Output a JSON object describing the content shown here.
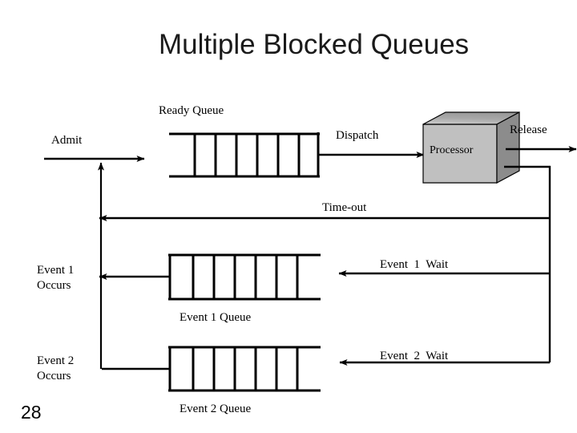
{
  "slide": {
    "title": "Multiple Blocked Queues",
    "number": "28",
    "background_color": "#ffffff"
  },
  "diagram": {
    "type": "process-state-transition",
    "labels": {
      "ready_queue": "Ready Queue",
      "admit": "Admit",
      "dispatch": "Dispatch",
      "release": "Release",
      "processor": "Processor",
      "timeout": "Time-out",
      "event1_occurs": "Event 1\nOccurs",
      "event2_occurs": "Event 2\nOccurs",
      "event1_wait": "Event  1  Wait",
      "event2_wait": "Event  2  Wait",
      "event1_queue": "Event 1 Queue",
      "event2_queue": "Event 2 Queue"
    },
    "colors": {
      "stroke": "#000000",
      "processor_front": "#c0c0c0",
      "processor_top": "#b4b4b4",
      "processor_side": "#8c8c8c",
      "text": "#000000",
      "title_text": "#1a1a1a"
    },
    "queues": [
      {
        "name": "ready-queue",
        "cells": 6,
        "open_side": "left"
      },
      {
        "name": "event-1-queue",
        "cells": 6,
        "open_side": "right"
      },
      {
        "name": "event-2-queue",
        "cells": 6,
        "open_side": "right"
      }
    ]
  }
}
